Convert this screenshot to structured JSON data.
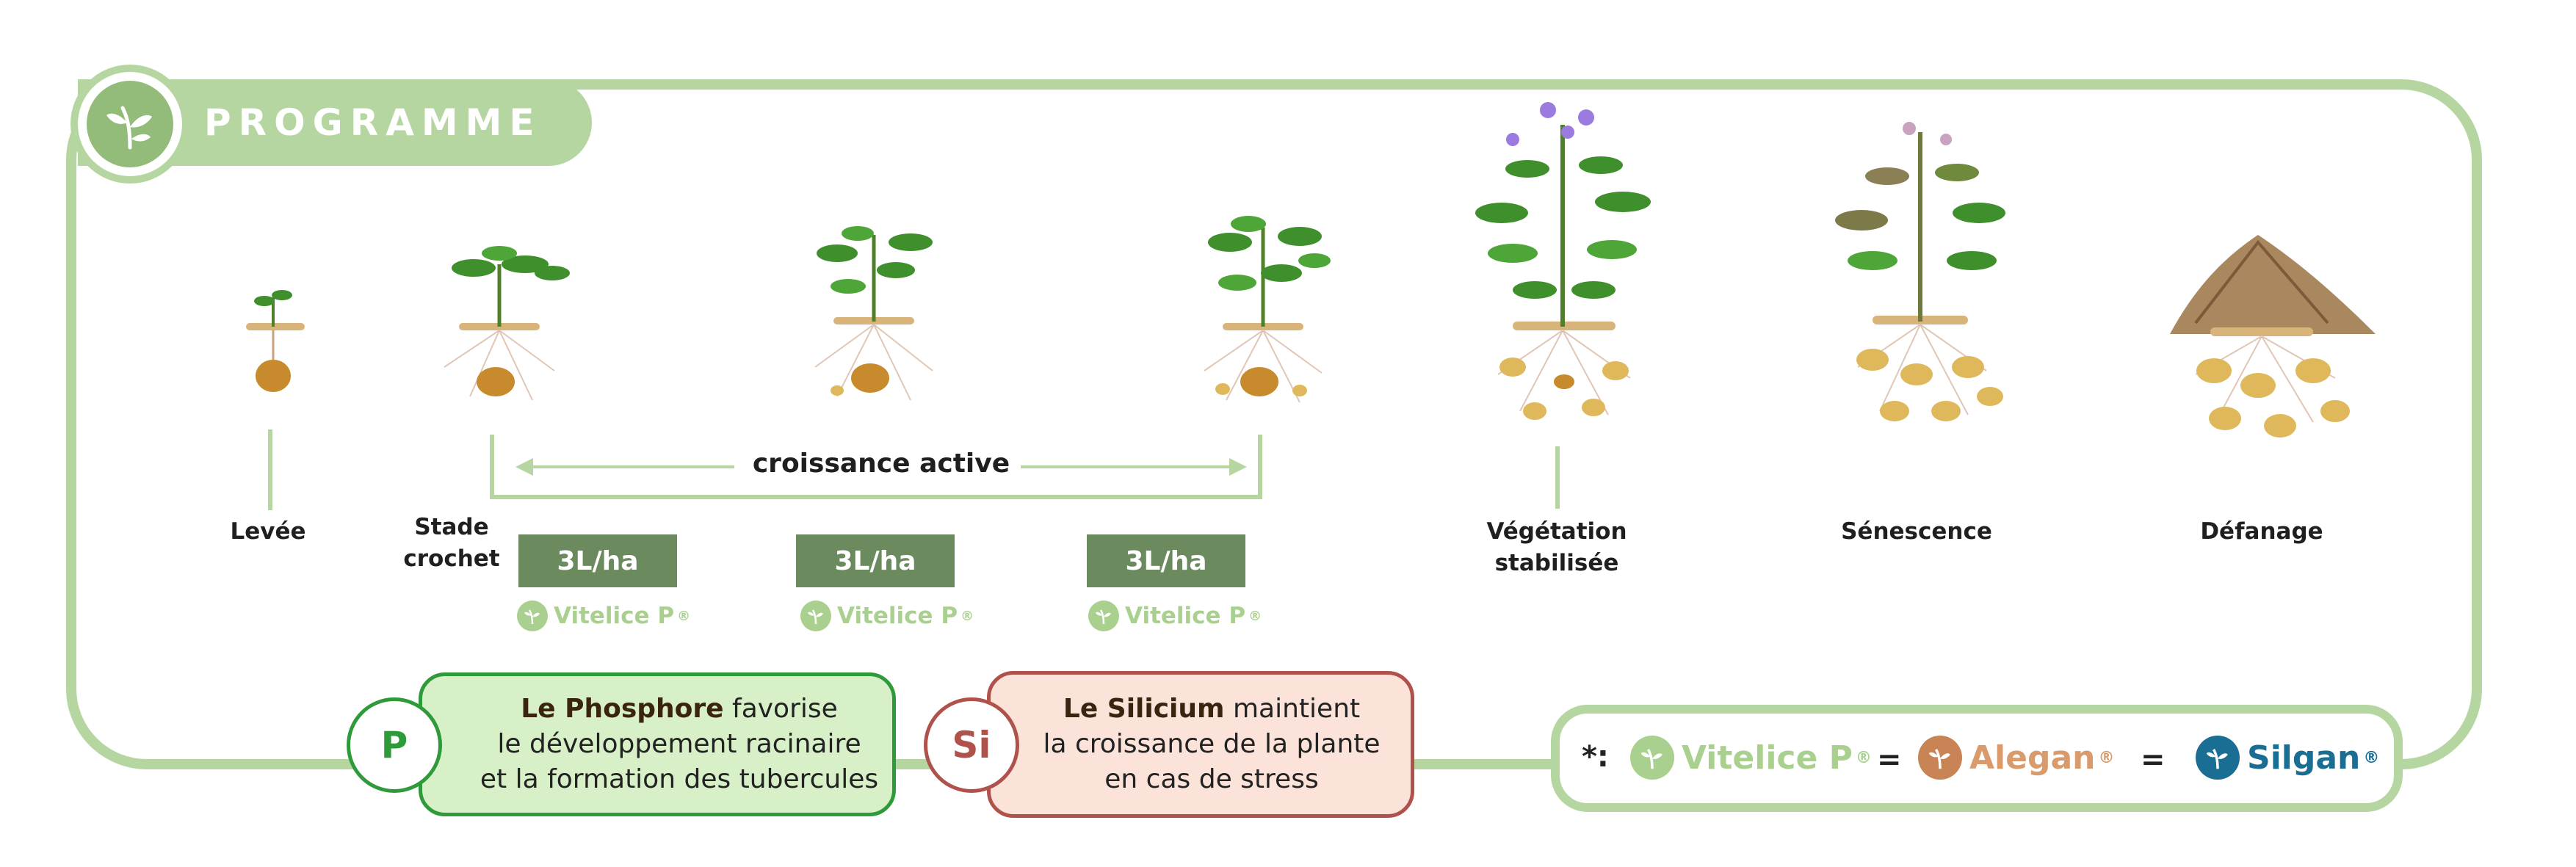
{
  "header": {
    "title": "PROGRAMME"
  },
  "stages": [
    {
      "id": "levee",
      "label": "Levée"
    },
    {
      "id": "stade-crochet",
      "label": "Stade\ncrochet"
    },
    {
      "id": "vegetation-stabilisee",
      "label": "Végétation\nstabilisée"
    },
    {
      "id": "senescence",
      "label": "Sénescence"
    },
    {
      "id": "defanage",
      "label": "Défanage"
    }
  ],
  "growth_phase": {
    "label": "croissance active"
  },
  "applications": [
    {
      "dose": "3L/ha",
      "product": "Vitelice P",
      "mark": "®"
    },
    {
      "dose": "3L/ha",
      "product": "Vitelice P",
      "mark": "®"
    },
    {
      "dose": "3L/ha",
      "product": "Vitelice P",
      "mark": "®"
    }
  ],
  "phosphore": {
    "symbol": "P",
    "bold": "Le Phosphore",
    "line1_rest": " favorise",
    "line2": "le développement racinaire",
    "line3": "et la formation des tubercules"
  },
  "silicium": {
    "symbol": "Si",
    "bold": "Le Silicium",
    "line1_rest": " maintient",
    "line2": "la croissance de la plante",
    "line3": "en cas de stress"
  },
  "legend": {
    "prefix": "*:",
    "products": [
      {
        "name": "Vitelice P",
        "mark": "®",
        "color": "#a9d08e"
      },
      {
        "name": "Alegan",
        "mark": "®",
        "color": "#d99a6c"
      },
      {
        "name": "Silgan",
        "mark": "®",
        "color": "#1b6e93"
      }
    ],
    "separator": "="
  },
  "colors": {
    "frame": "#b5d6a1",
    "dose_bg": "#6b8a5e",
    "phosphore_bg": "#d7f0c8",
    "phosphore_border": "#2f9a3a",
    "silicium_bg": "#fbe3da",
    "silicium_border": "#b0524c"
  }
}
